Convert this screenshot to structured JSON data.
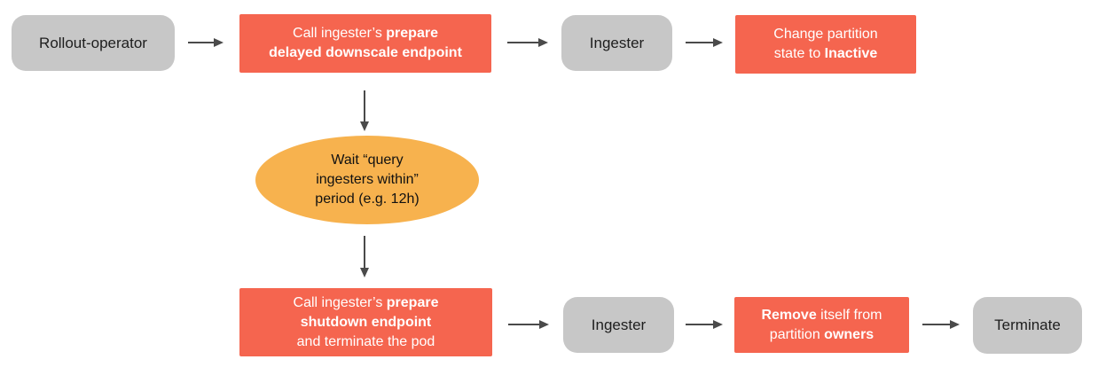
{
  "diagram": {
    "title": "Ingester delayed downscale flow",
    "colors": {
      "action": "#F5654F",
      "action_text": "#FFFFFF",
      "entity": "#C7C7C7",
      "entity_text": "#1E1E1E",
      "wait": "#F7B24E",
      "wait_text": "#111111",
      "arrow": "#4A4A4A",
      "background": "#FFFFFF"
    },
    "nodes": {
      "rollout_operator": {
        "label": "Rollout-operator"
      },
      "prepare_downscale": {
        "lines": [
          [
            "Call ingester’s ",
            "prepare"
          ],
          [
            "delayed downscale endpoint"
          ]
        ]
      },
      "ingester_top": {
        "label": "Ingester"
      },
      "change_partition": {
        "lines": [
          [
            "Change partition"
          ],
          [
            "state to ",
            "Inactive"
          ]
        ]
      },
      "wait_period": {
        "lines": [
          "Wait “query",
          "ingesters within”",
          "period (e.g. 12h)"
        ]
      },
      "prepare_shutdown": {
        "lines": [
          [
            "Call ingester’s ",
            "prepare"
          ],
          [
            "shutdown endpoint"
          ],
          [
            "and terminate the pod"
          ]
        ]
      },
      "ingester_bottom": {
        "label": "Ingester"
      },
      "remove_owners": {
        "lines": [
          [
            "Remove",
            " itself from"
          ],
          [
            "partition ",
            "owners"
          ]
        ]
      },
      "terminate": {
        "label": "Terminate"
      }
    }
  }
}
